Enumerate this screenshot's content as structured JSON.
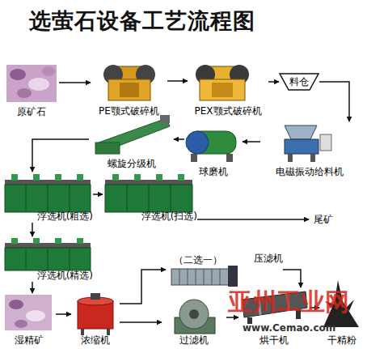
{
  "diagram": {
    "title": "选萤石设备工艺流程图",
    "nodes": [
      {
        "text": [
          "原矿石"
        ]
      },
      {
        "text": [
          "PE颚式破碎机"
        ]
      },
      {
        "text": [
          "PEX颚式破碎机"
        ]
      },
      {
        "text": [
          "料仓"
        ]
      },
      {
        "text": [
          "电磁振动给料机"
        ]
      },
      {
        "text": [
          "球磨机"
        ]
      },
      {
        "text": [
          "螺旋分级机"
        ]
      },
      {
        "text": [
          "浮选机(粗选)"
        ]
      },
      {
        "text": [
          "浮选机(扫选)"
        ]
      },
      {
        "text": [
          "尾矿"
        ]
      },
      {
        "text": [
          "浮选机(精选)"
        ]
      },
      {
        "text": [
          "湿精矿"
        ]
      },
      {
        "text": [
          "浓缩机"
        ]
      },
      {
        "text": [
          "压滤机"
        ]
      },
      {
        "text": [
          "过滤机"
        ]
      },
      {
        "text": [
          "烘干机"
        ]
      },
      {
        "text": [
          "干精粉"
        ]
      }
    ],
    "edges": [
      {
        "from": 0,
        "to": 1,
        "arrow": "to"
      },
      {
        "from": 1,
        "to": 2,
        "arrow": "to"
      },
      {
        "from": 2,
        "to": 3,
        "arrow": "to"
      },
      {
        "from": 3,
        "to": 4,
        "arrow": "to"
      },
      {
        "from": 4,
        "to": 5,
        "arrow": "to"
      },
      {
        "from": 5,
        "to": 6,
        "arrow": "to"
      },
      {
        "from": 6,
        "to": 7,
        "arrow": "to"
      },
      {
        "from": 7,
        "to": 8,
        "arrow": "to"
      },
      {
        "from": 8,
        "to": 9,
        "arrow": "to"
      },
      {
        "from": 7,
        "to": 10,
        "arrow": "to"
      },
      {
        "from": 10,
        "to": 11,
        "arrow": "to"
      },
      {
        "from": 11,
        "to": 12,
        "arrow": "to"
      },
      {
        "from": 12,
        "to": 13,
        "arrow": "to"
      },
      {
        "from": 12,
        "to": 14,
        "arrow": "to"
      },
      {
        "from": 13,
        "to": 15,
        "arrow": "to"
      },
      {
        "from": 14,
        "to": 15,
        "arrow": "to"
      },
      {
        "from": 15,
        "to": 16,
        "arrow": "to"
      }
    ],
    "labels": [
      "（二选一）",
      "亚州工业网",
      "www.Cemao.com"
    ]
  }
}
